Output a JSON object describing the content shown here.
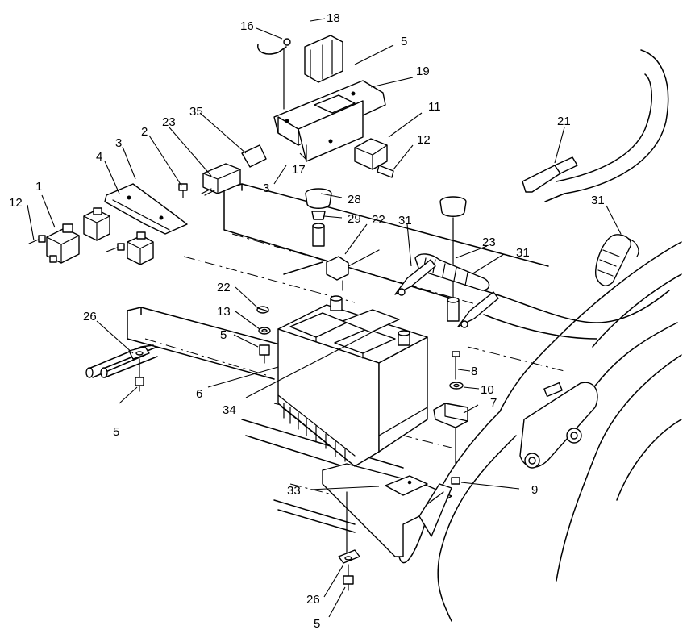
{
  "callouts": [
    {
      "id": "c1",
      "text": "1"
    },
    {
      "id": "c2",
      "text": "2"
    },
    {
      "id": "c3a",
      "text": "3"
    },
    {
      "id": "c3b",
      "text": "3"
    },
    {
      "id": "c4",
      "text": "4"
    },
    {
      "id": "c5a",
      "text": "5"
    },
    {
      "id": "c5b",
      "text": "5"
    },
    {
      "id": "c5c",
      "text": "5"
    },
    {
      "id": "c5d",
      "text": "5"
    },
    {
      "id": "c6",
      "text": "6"
    },
    {
      "id": "c7",
      "text": "7"
    },
    {
      "id": "c8",
      "text": "8"
    },
    {
      "id": "c9",
      "text": "9"
    },
    {
      "id": "c10",
      "text": "10"
    },
    {
      "id": "c11",
      "text": "11"
    },
    {
      "id": "c12a",
      "text": "12"
    },
    {
      "id": "c12b",
      "text": "12"
    },
    {
      "id": "c13",
      "text": "13"
    },
    {
      "id": "c16",
      "text": "16"
    },
    {
      "id": "c17",
      "text": "17"
    },
    {
      "id": "c18",
      "text": "18"
    },
    {
      "id": "c19",
      "text": "19"
    },
    {
      "id": "c21",
      "text": "21"
    },
    {
      "id": "c22a",
      "text": "22"
    },
    {
      "id": "c22b",
      "text": "22"
    },
    {
      "id": "c23a",
      "text": "23"
    },
    {
      "id": "c23b",
      "text": "23"
    },
    {
      "id": "c26a",
      "text": "26"
    },
    {
      "id": "c26b",
      "text": "26"
    },
    {
      "id": "c28",
      "text": "28"
    },
    {
      "id": "c29",
      "text": "29"
    },
    {
      "id": "c31a",
      "text": "31"
    },
    {
      "id": "c31b",
      "text": "31"
    },
    {
      "id": "c31c",
      "text": "31"
    },
    {
      "id": "c33",
      "text": "33"
    },
    {
      "id": "c34",
      "text": "34"
    },
    {
      "id": "c35",
      "text": "35"
    }
  ]
}
